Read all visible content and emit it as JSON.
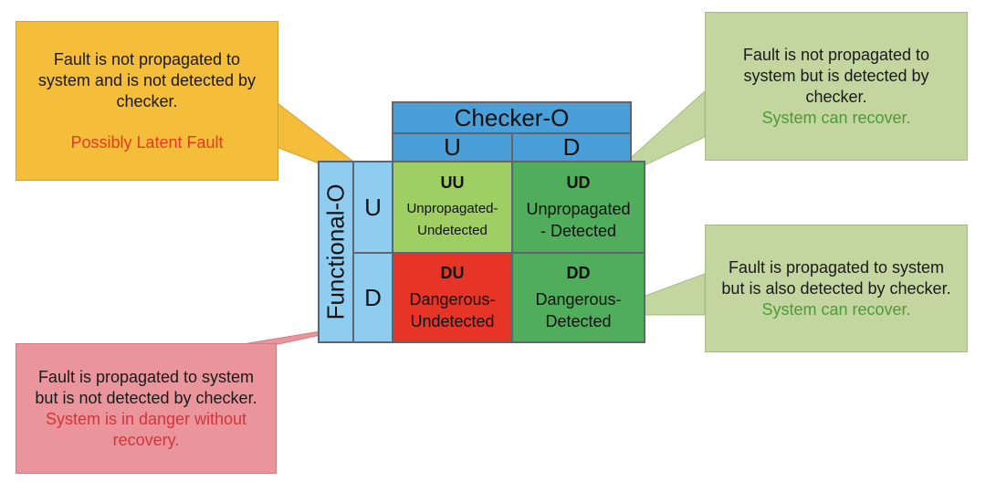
{
  "matrix": {
    "column_header": "Checker-O",
    "row_header": "Functional-O",
    "columns": [
      "U",
      "D"
    ],
    "rows": [
      "U",
      "D"
    ],
    "cells": {
      "uu": {
        "code": "UU",
        "name": "Unpropagated-\nUndetected",
        "color": "#9fcf63"
      },
      "ud": {
        "code": "UD",
        "name": "Unpropagated\n- Detected",
        "color": "#4fad5b"
      },
      "du": {
        "code": "DU",
        "name": "Dangerous-\nUndetected",
        "color": "#e63426"
      },
      "dd": {
        "code": "DD",
        "name": "Dangerous-\nDetected",
        "color": "#4fad5b"
      }
    }
  },
  "callouts": {
    "uu": {
      "text": "Fault is not propagated to system and is not detected by checker.",
      "note": "Possibly Latent Fault",
      "color": "#f4bd3a"
    },
    "ud": {
      "text": "Fault is not propagated to system but is detected by checker.",
      "note": "System can recover.",
      "color": "#c4d6a0"
    },
    "dd": {
      "text": "Fault is propagated to system but is also detected by checker.",
      "note": "System can recover.",
      "color": "#c4d6a0"
    },
    "du": {
      "text": "Fault is propagated to system but is not detected by checker.",
      "note": "System is in danger without recovery.",
      "color": "#e9959b"
    }
  }
}
